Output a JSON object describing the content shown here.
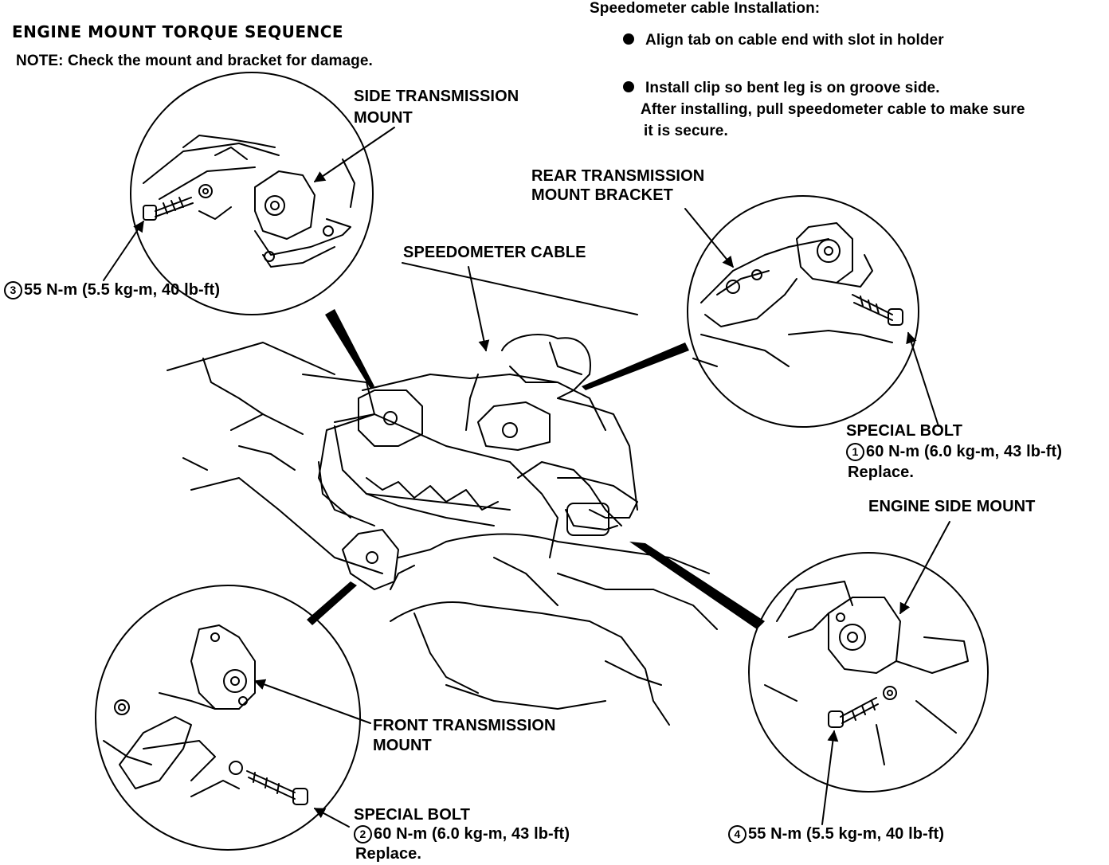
{
  "title": "ENGINE MOUNT TORQUE SEQUENCE",
  "note": "NOTE: Check the mount and bracket for damage.",
  "speedo_install": {
    "heading": "Speedometer cable Installation:",
    "bullet1": "Align tab on cable end with slot in holder",
    "bullet2_line1": "Install clip so bent leg is on groove side.",
    "bullet2_line2": "After installing, pull speedometer cable to make sure",
    "bullet2_line3": "it is secure."
  },
  "labels": {
    "side_trans_mount_1": "SIDE TRANSMISSION",
    "side_trans_mount_2": "MOUNT",
    "side_torque_num": "3",
    "side_torque": "55 N-m (5.5 kg-m, 40 lb-ft)",
    "speedo_cable": "SPEEDOMETER CABLE",
    "rear_bracket_1": "REAR TRANSMISSION",
    "rear_bracket_2": "MOUNT BRACKET",
    "rear_bolt_1": "SPECIAL BOLT",
    "rear_bolt_num": "1",
    "rear_bolt_2": "60 N-m (6.0 kg-m, 43 lb-ft)",
    "rear_bolt_3": "Replace.",
    "engine_side_mount": "ENGINE SIDE MOUNT",
    "front_trans_1": "FRONT TRANSMISSION",
    "front_trans_2": "MOUNT",
    "front_bolt_1": "SPECIAL BOLT",
    "front_bolt_num": "2",
    "front_bolt_2": "60 N-m (6.0 kg-m, 43 lb-ft)",
    "front_bolt_3": "Replace.",
    "engine_torque_num": "4",
    "engine_torque": "55 N-m (5.5 kg-m, 40 lb-ft)"
  }
}
